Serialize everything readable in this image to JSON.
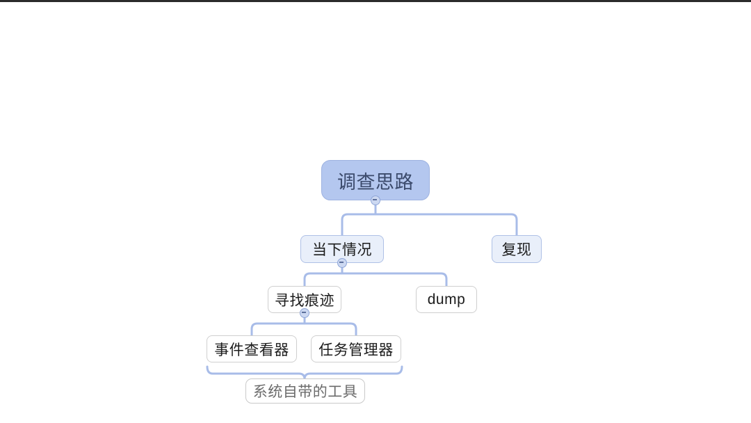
{
  "diagram": {
    "type": "mind-map",
    "title": "调查思路",
    "background_color": "#ffffff",
    "edge_color": "#a8bce8",
    "root_fill": "#b4c7ef",
    "root_text_color": "#3b4a6b",
    "level2_fill": "#e9effa",
    "level2_border": "#aec0e6",
    "leaf_fill": "#ffffff",
    "leaf_border": "#cfcfcf",
    "summary_text_color": "#6b6b6b"
  },
  "nodes": {
    "root": {
      "label": "调查思路"
    },
    "level2": [
      {
        "label": "当下情况"
      },
      {
        "label": "复现"
      }
    ],
    "level3": [
      {
        "label": "寻找痕迹"
      },
      {
        "label": "dump"
      }
    ],
    "level4": [
      {
        "label": "事件查看器"
      },
      {
        "label": "任务管理器"
      }
    ],
    "summary": {
      "label": "系统自带的工具"
    }
  }
}
